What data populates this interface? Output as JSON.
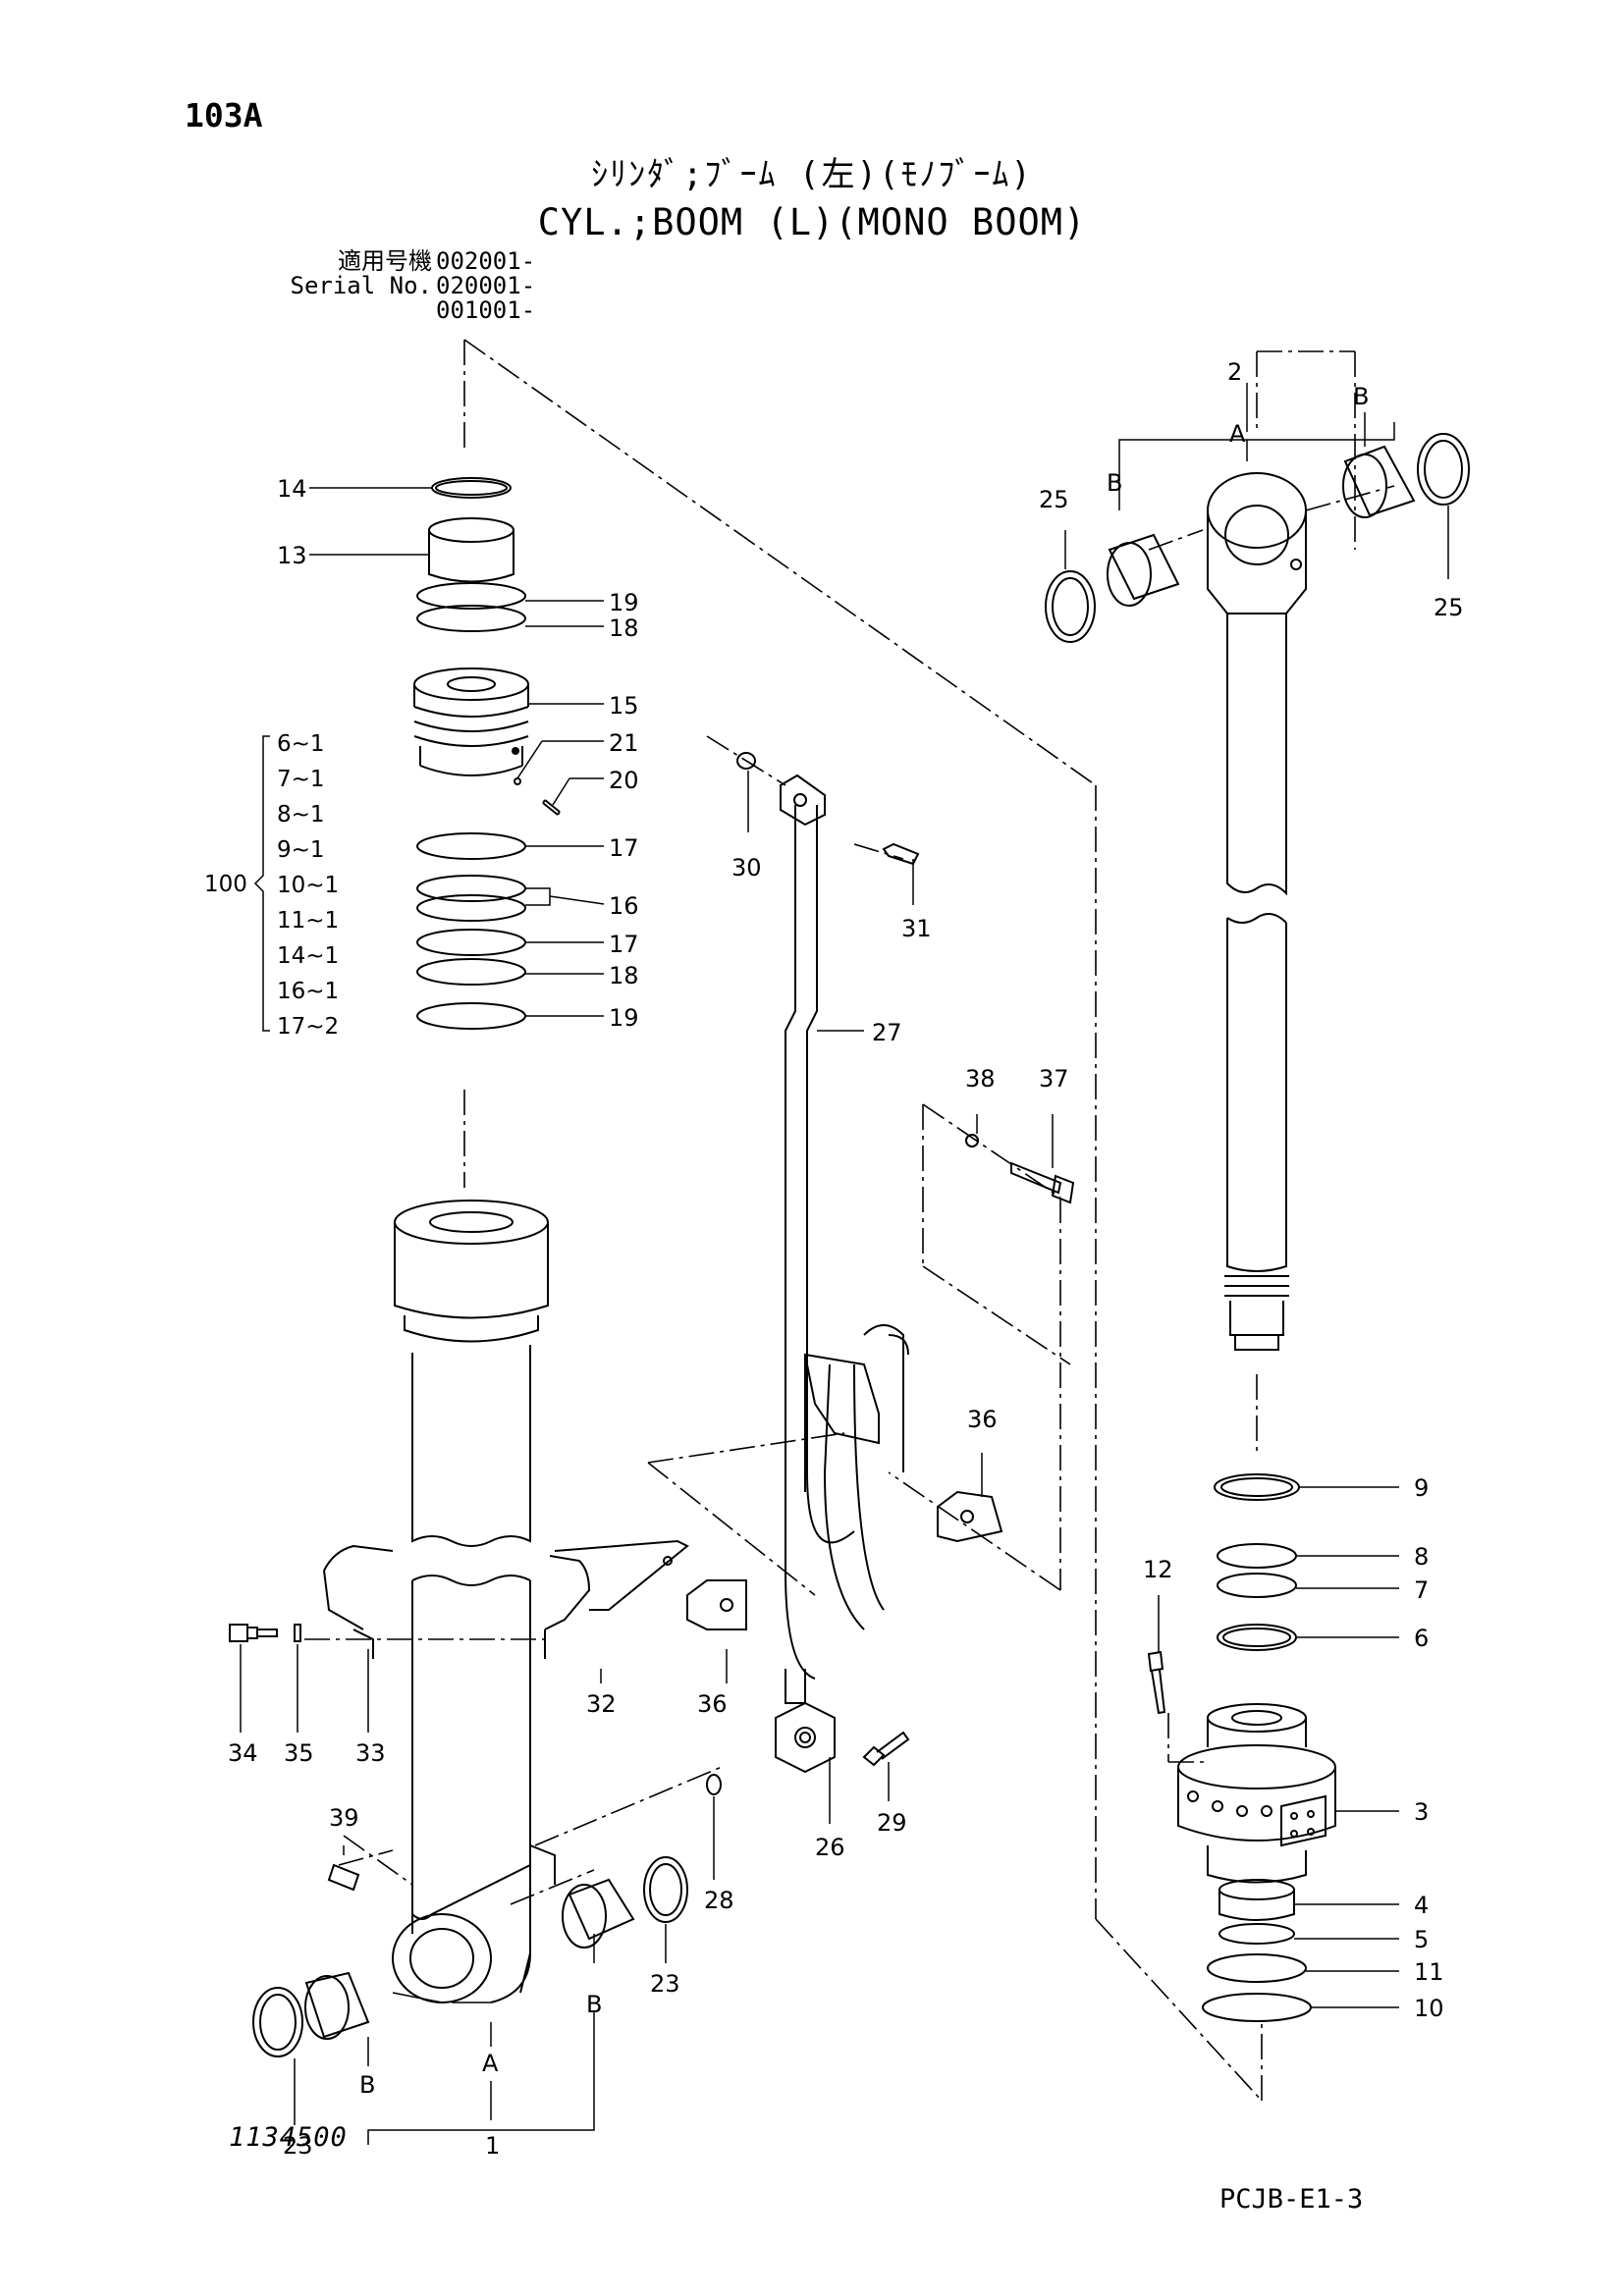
{
  "page_number": "103A",
  "title_jp": "ｼﾘﾝﾀﾞ;ﾌﾞｰﾑ (左)(ﾓﾉﾌﾞｰﾑ)",
  "title_en": "CYL.;BOOM (L)(MONO BOOM)",
  "serial": {
    "label_jp": "適用号機",
    "label_en": "Serial No.",
    "numbers": [
      "002001-",
      "020001-",
      "001001-"
    ]
  },
  "kit": {
    "number": "100",
    "items": [
      "6~1",
      "7~1",
      "8~1",
      "9~1",
      "10~1",
      "11~1",
      "14~1",
      "16~1",
      "17~2"
    ]
  },
  "callouts": {
    "c14": "14",
    "c13": "13",
    "c19a": "19",
    "c18a": "18",
    "c15": "15",
    "c21": "21",
    "c20": "20",
    "c17a": "17",
    "c16": "16",
    "c17b": "17",
    "c18b": "18",
    "c19b": "19",
    "c30": "30",
    "c31": "31",
    "c27": "27",
    "c38": "38",
    "c37": "37",
    "c36a": "36",
    "c36b": "36",
    "c32": "32",
    "c34": "34",
    "c35": "35",
    "c33": "33",
    "c39": "39",
    "c28": "28",
    "c26": "26",
    "c29": "29",
    "c23a": "23",
    "c23b": "23",
    "c1": "1",
    "c2": "2",
    "c25a": "25",
    "c25b": "25",
    "c9": "9",
    "c8": "8",
    "c7": "7",
    "c6": "6",
    "c12": "12",
    "c3": "3",
    "c4": "4",
    "c5": "5",
    "c11": "11",
    "c10": "10",
    "a_left": "A",
    "b_left1": "B",
    "b_left2": "B",
    "a_right": "A",
    "b_right1": "B",
    "b_right2": "B"
  },
  "drawing_number": "1134500",
  "page_code": "PCJB-E1-3"
}
